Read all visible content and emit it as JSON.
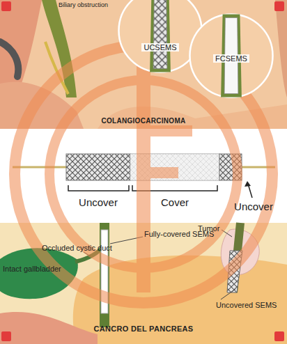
{
  "diagram": {
    "nodes": [
      {
        "text": [
          "UCSEMS"
        ]
      },
      {
        "text": [
          "FCSEMS"
        ]
      }
    ],
    "labels": [
      "Biliary obstruction",
      "COLANGIOCARCINOMA",
      "Uncover",
      "Cover",
      "Uncover",
      "Fully-covered SEMS",
      "Occluded cystic duct",
      "Intact gallbladder",
      "Tumor",
      "Uncovered SEMS",
      "CANCRO DEL PANCREAS"
    ]
  }
}
